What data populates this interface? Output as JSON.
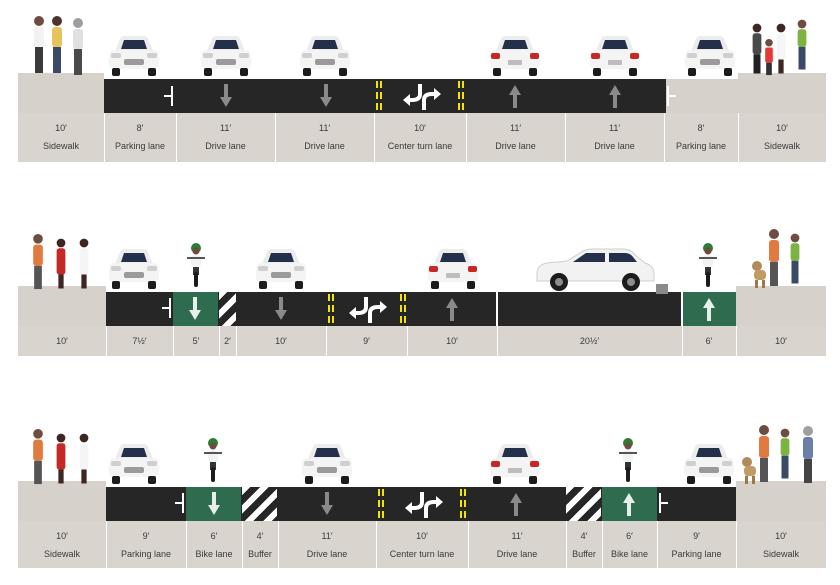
{
  "colors": {
    "asphalt": "#262626",
    "sidewalk": "#d6d2cb",
    "bike_lane": "#2e6b4f",
    "center_line": "#f2e600"
  },
  "sections": [
    {
      "segments": [
        {
          "width": "10′",
          "name": "Sidewalk"
        },
        {
          "width": "8′",
          "name": "Parking lane"
        },
        {
          "width": "11′",
          "name": "Drive lane"
        },
        {
          "width": "11′",
          "name": "Drive lane"
        },
        {
          "width": "10′",
          "name": "Center turn lane"
        },
        {
          "width": "11′",
          "name": "Drive lane"
        },
        {
          "width": "11′",
          "name": "Drive lane"
        },
        {
          "width": "8′",
          "name": "Parking lane"
        },
        {
          "width": "10′",
          "name": "Sidewalk"
        }
      ]
    },
    {
      "segments": [
        {
          "width": "10′",
          "name": ""
        },
        {
          "width": "7½′",
          "name": ""
        },
        {
          "width": "5′",
          "name": ""
        },
        {
          "width": "2′",
          "name": ""
        },
        {
          "width": "10′",
          "name": ""
        },
        {
          "width": "9′",
          "name": ""
        },
        {
          "width": "10′",
          "name": ""
        },
        {
          "width": "20½′",
          "name": ""
        },
        {
          "width": "6′",
          "name": ""
        },
        {
          "width": "10′",
          "name": ""
        }
      ]
    },
    {
      "segments": [
        {
          "width": "10′",
          "name": "Sidewalk"
        },
        {
          "width": "9′",
          "name": "Parking lane"
        },
        {
          "width": "6′",
          "name": "Bike lane"
        },
        {
          "width": "4′",
          "name": "Buffer"
        },
        {
          "width": "11′",
          "name": "Drive lane"
        },
        {
          "width": "10′",
          "name": "Center turn lane"
        },
        {
          "width": "11′",
          "name": "Drive lane"
        },
        {
          "width": "4′",
          "name": "Buffer"
        },
        {
          "width": "6′",
          "name": "Bike lane"
        },
        {
          "width": "9′",
          "name": "Parking lane"
        },
        {
          "width": "10′",
          "name": "Sidewalk"
        }
      ]
    }
  ]
}
